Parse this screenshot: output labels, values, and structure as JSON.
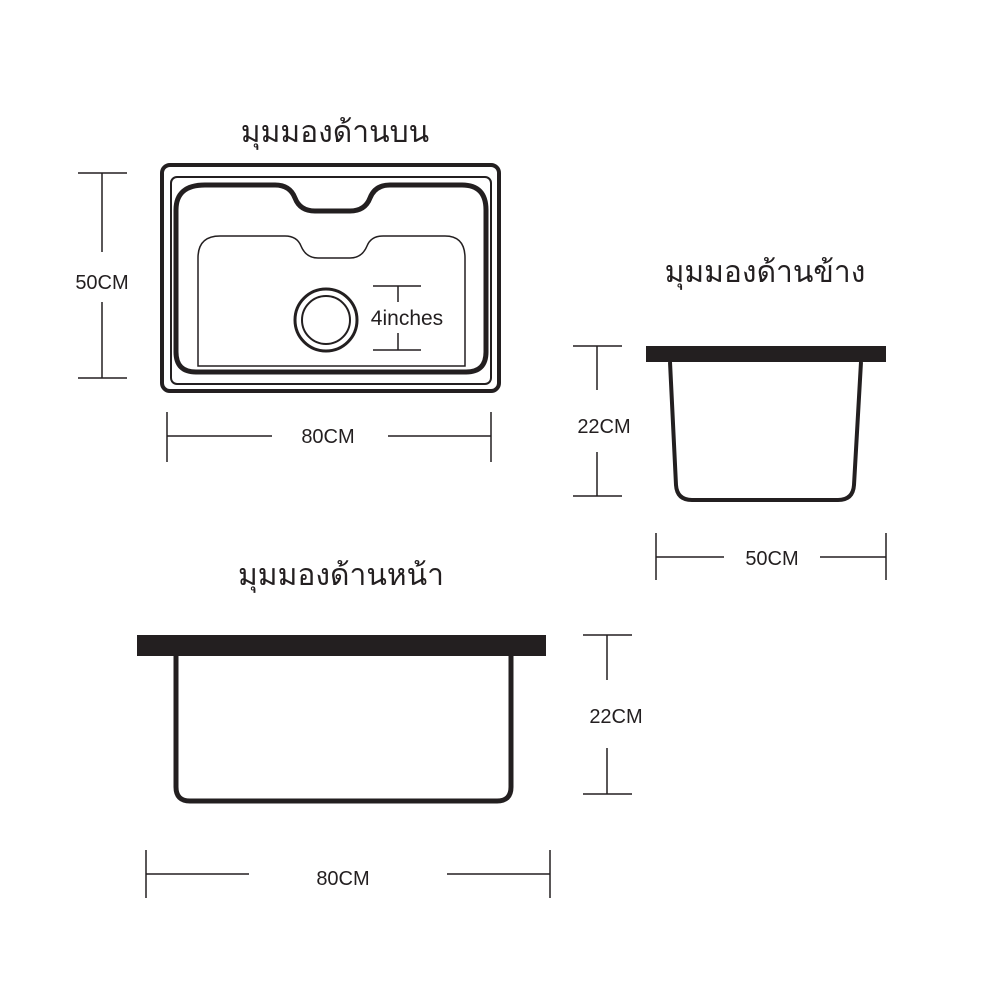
{
  "views": {
    "top": {
      "title": "มุมมองด้านบน",
      "height_label": "50CM",
      "width_label": "80CM",
      "drain_label": "4inches"
    },
    "side": {
      "title": "มุมมองด้านข้าง",
      "height_label": "22CM",
      "width_label": "50CM"
    },
    "front": {
      "title": "มุมมองด้านหน้า",
      "height_label": "22CM",
      "width_label": "80CM"
    }
  },
  "colors": {
    "line": "#231f20",
    "background": "#ffffff"
  }
}
